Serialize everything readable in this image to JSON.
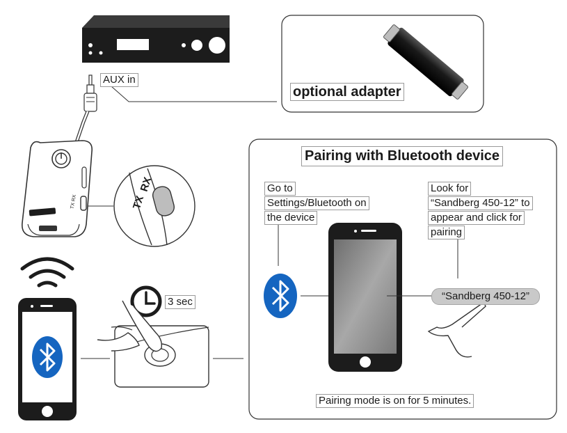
{
  "labels": {
    "aux_in": "AUX in",
    "optional_adapter": "optional adapter",
    "pairing_title": "Pairing with Bluetooth device",
    "go_to": [
      "Go to",
      "Settings/Bluetooth on",
      "the device"
    ],
    "look_for": [
      "Look for",
      "“Sandberg 450-12” to",
      "appear and click for",
      "pairing"
    ],
    "device_name": "“Sandberg 450-12”",
    "hold_time": "3 sec",
    "pairing_note": "Pairing mode is on for 5 minutes.",
    "brand": "Sandberg",
    "switch_tx": "TX",
    "switch_rx": "RX",
    "switch_label": "TX RX"
  },
  "colors": {
    "bluetooth_blue": "#1565c0",
    "device_black": "#1c1c1c",
    "screen_gray": "#8c8c8c",
    "outline": "#333333"
  },
  "icons": [
    "amplifier",
    "adapter-plug",
    "audio-jack",
    "bluetooth-transmitter",
    "tx-rx-switch-detail",
    "wifi-signal",
    "smartphone",
    "bluetooth-logo",
    "clock-icon",
    "hand-pressing-button",
    "hand-tapping"
  ]
}
